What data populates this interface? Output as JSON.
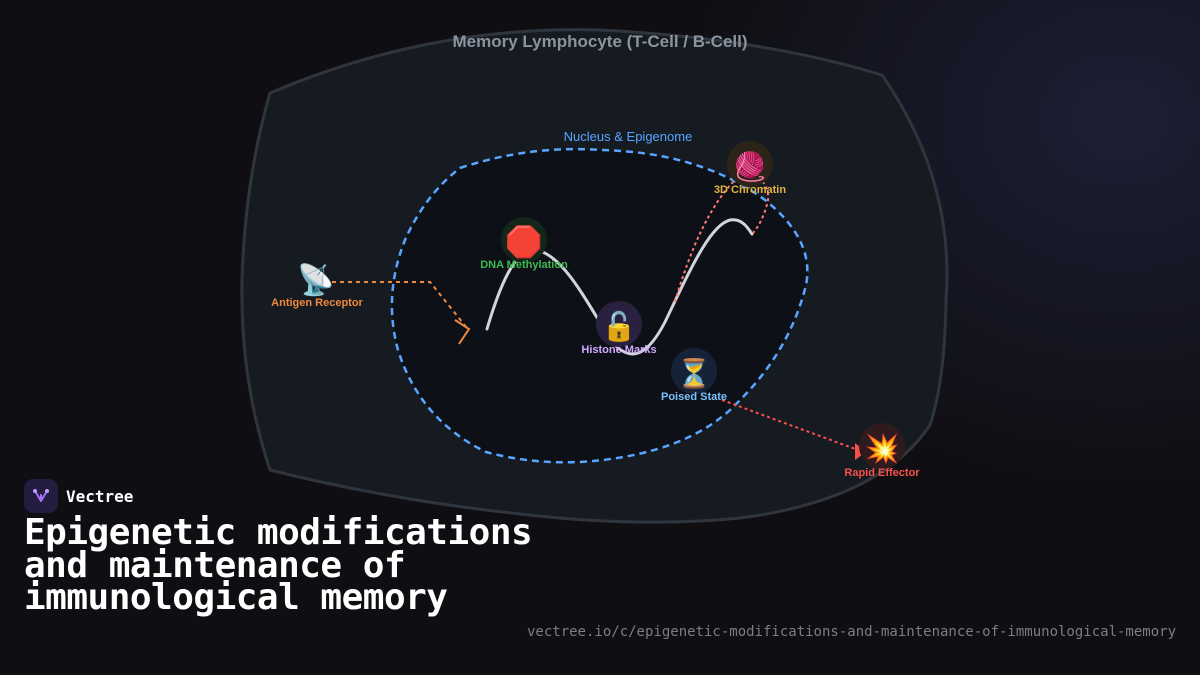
{
  "diagram": {
    "cell_title": "Memory Lymphocyte (T-Cell / B-Cell)",
    "nucleus_label": "Nucleus & Epigenome",
    "nodes": {
      "antigen_receptor": {
        "label": "Antigen Receptor",
        "icon": "satellite-antenna",
        "color": "#f0883e"
      },
      "dna_methylation": {
        "label": "DNA Methylation",
        "icon": "stop-sign",
        "color": "#3fb950"
      },
      "histone_marks": {
        "label": "Histone Marks",
        "icon": "unlocked-padlock",
        "color": "#d2a8ff"
      },
      "poised_state": {
        "label": "Poised State",
        "icon": "hourglass",
        "color": "#79c0ff"
      },
      "chromatin_3d": {
        "label": "3D Chromatin",
        "icon": "yarn-ball",
        "color": "#e3b341"
      },
      "rapid_effector": {
        "label": "Rapid Effector",
        "icon": "collision",
        "color": "#f85149"
      }
    }
  },
  "brand": {
    "name": "Vectree"
  },
  "title": "Epigenetic modifications and maintenance of immunological memory",
  "url": "vectree.io/c/epigenetic-modifications-and-maintenance-of-immunological-memory"
}
